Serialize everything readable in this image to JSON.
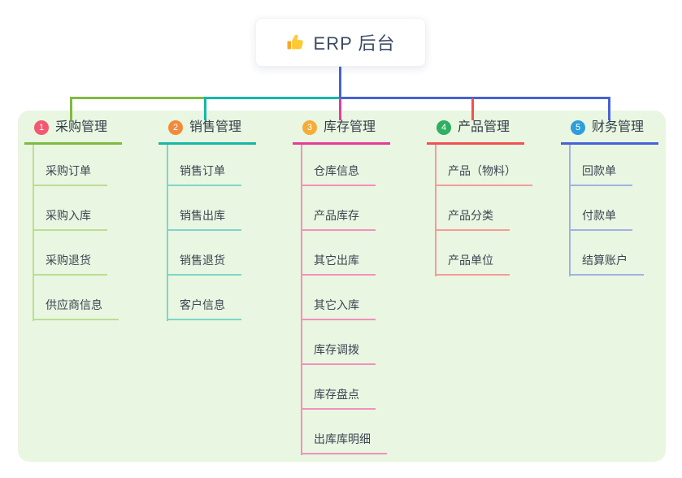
{
  "root": {
    "label": "ERP 后台",
    "icon": "thumbs-up-icon",
    "text_color": "#3C4B63",
    "connector_color": "#4762D6",
    "box_bg": "#FFFFFF"
  },
  "canvas": {
    "page_bg": "#FFFFFF",
    "panel_bg": "#E9F6E1"
  },
  "branches": [
    {
      "num": "1",
      "label": "采购管理",
      "badge_color": "#F25870",
      "line_color": "#7EBB3F",
      "item_line_color": "#BCDE94",
      "items": [
        "采购订单",
        "采购入库",
        "采购退货",
        "供应商信息"
      ]
    },
    {
      "num": "2",
      "label": "销售管理",
      "badge_color": "#F28A3D",
      "line_color": "#14B8A8",
      "item_line_color": "#7ED6C8",
      "items": [
        "销售订单",
        "销售出库",
        "销售退货",
        "客户信息"
      ]
    },
    {
      "num": "3",
      "label": "库存管理",
      "badge_color": "#F5AC38",
      "line_color": "#E53C97",
      "item_line_color": "#F490BC",
      "items": [
        "仓库信息",
        "产品库存",
        "其它出库",
        "其它入库",
        "库存调拨",
        "库存盘点",
        "出库库明细"
      ]
    },
    {
      "num": "4",
      "label": "产品管理",
      "badge_color": "#2EAF62",
      "line_color": "#F25151",
      "item_line_color": "#F59C98",
      "items": [
        "产品（物料）",
        "产品分类",
        "产品单位"
      ]
    },
    {
      "num": "5",
      "label": "财务管理",
      "badge_color": "#2D9EDB",
      "line_color": "#4762D6",
      "item_line_color": "#9FB2E4",
      "items": [
        "回款单",
        "付款单",
        "结算账户"
      ]
    }
  ]
}
